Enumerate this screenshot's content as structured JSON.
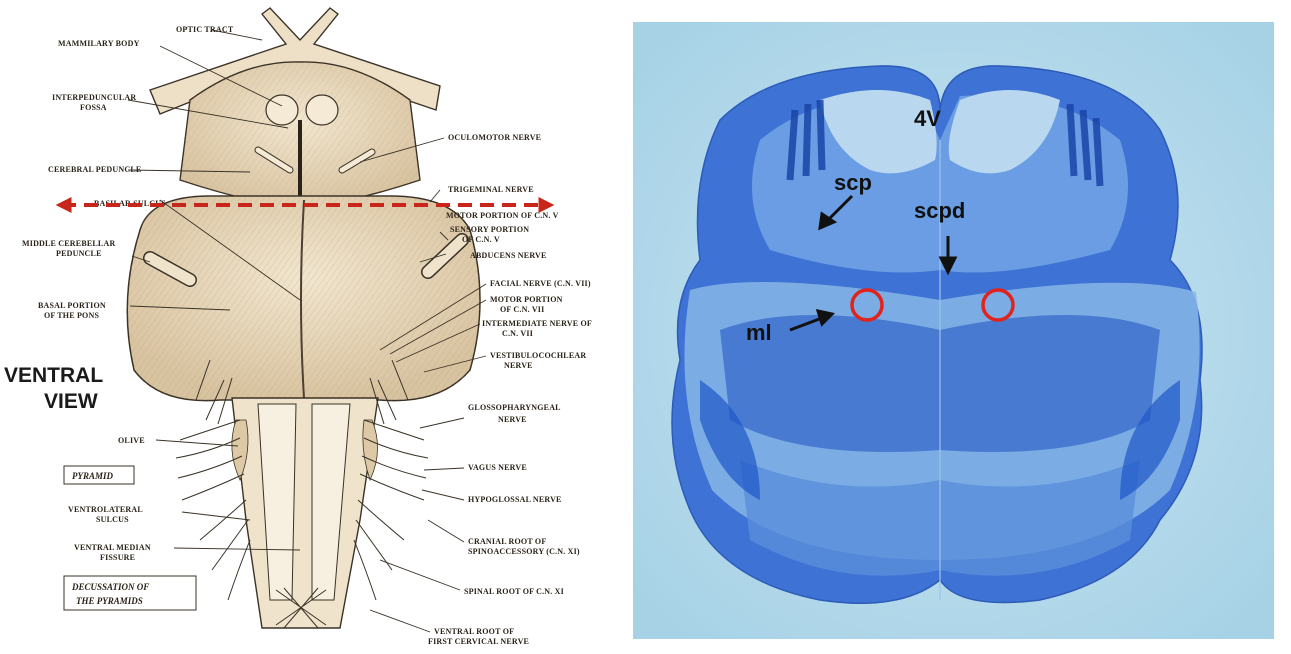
{
  "left_panel": {
    "view_title_line1": "VENTRAL",
    "view_title_line2": "VIEW",
    "boxed_labels": {
      "pyramid": "PYRAMID",
      "decussation_line1": "DECUSSATION OF",
      "decussation_line2": "THE PYRAMIDS"
    },
    "labels": {
      "optic_tract": "OPTIC TRACT",
      "mammillary_body": "MAMMILARY BODY",
      "interpeduncular_1": "INTERPEDUNCULAR",
      "interpeduncular_2": "FOSSA",
      "cerebral_peduncle": "CEREBRAL PEDUNCLE",
      "basilar_sulcus": "BASILAR SULCUS",
      "middle_cerebellar_1": "MIDDLE CEREBELLAR",
      "middle_cerebellar_2": "PEDUNCLE",
      "basal_portion_1": "BASAL PORTION",
      "basal_portion_2": "OF THE PONS",
      "olive": "OLIVE",
      "ventrolateral_1": "VENTROLATERAL",
      "ventrolateral_2": "SULCUS",
      "ventral_median_1": "VENTRAL MEDIAN",
      "ventral_median_2": "FISSURE",
      "oculomotor": "OCULOMOTOR NERVE",
      "trigeminal": "TRIGEMINAL NERVE",
      "motor_cnv": "MOTOR PORTION OF C.N. V",
      "sensory_1": "SENSORY PORTION",
      "sensory_2": "OF C.N. V",
      "abducens": "ABDUCENS NERVE",
      "facial": "FACIAL NERVE (C.N. VII)",
      "motor_vii_1": "MOTOR PORTION",
      "motor_vii_2": "OF C.N. VII",
      "intermediate_1": "INTERMEDIATE NERVE OF",
      "intermediate_2": "C.N. VII",
      "vestibulo_1": "VESTIBULOCOCHLEAR",
      "vestibulo_2": "NERVE",
      "glosso_1": "GLOSSOPHARYNGEAL",
      "glosso_2": "NERVE",
      "vagus": "VAGUS NERVE",
      "hypoglossal": "HYPOGLOSSAL NERVE",
      "cranial_root_1": "CRANIAL ROOT OF",
      "cranial_root_2": "SPINOACCESSORY (C.N. XI)",
      "spinal_root": "SPINAL ROOT OF C.N. XI",
      "ventral_root_1": "VENTRAL ROOT OF",
      "ventral_root_2": "FIRST CERVICAL NERVE"
    }
  },
  "right_panel": {
    "labels": {
      "fourth_ventricle": "4V",
      "scp": "scp",
      "scpd": "scpd",
      "ml": "ml"
    }
  },
  "colors": {
    "dashed_arrow": "#c8261a",
    "circle_marker": "#e0231c",
    "stain_dark": "#1f57c8",
    "stain_light": "#a9cdea",
    "slide_bg": "#b8dced",
    "drawing_fill": "#e9d9bd",
    "drawing_ink": "#3a3226"
  }
}
